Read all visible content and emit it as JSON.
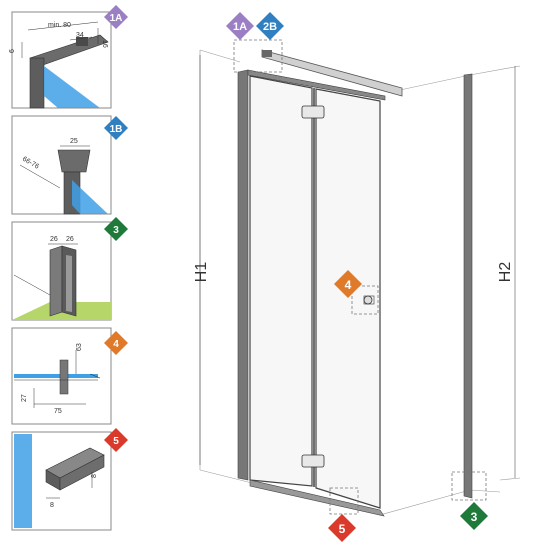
{
  "colors": {
    "purple": "#9b7fc4",
    "blue": "#2f7fc1",
    "green": "#1f7a3a",
    "orange": "#e07a2b",
    "red": "#d93a2b",
    "glass": "#3fa0e6",
    "frame": "#555555",
    "mat": "#b6d66a"
  },
  "badges": {
    "b1A": "1A",
    "b1B": "1B",
    "b3": "3",
    "b4": "4",
    "b5": "5",
    "b2B": "2B"
  },
  "detail1A": {
    "min": "min. 80",
    "d34": "34",
    "d16": "16",
    "d6": "6"
  },
  "detail1B": {
    "d25": "25",
    "range": "66-76"
  },
  "detail3": {
    "d26a": "26",
    "d26b": "26"
  },
  "detail4": {
    "d63": "63",
    "d27": "27",
    "d75": "75"
  },
  "detail5": {
    "d8a": "8",
    "d8b": "8"
  },
  "main": {
    "h1": "H1",
    "h2": "H2"
  }
}
